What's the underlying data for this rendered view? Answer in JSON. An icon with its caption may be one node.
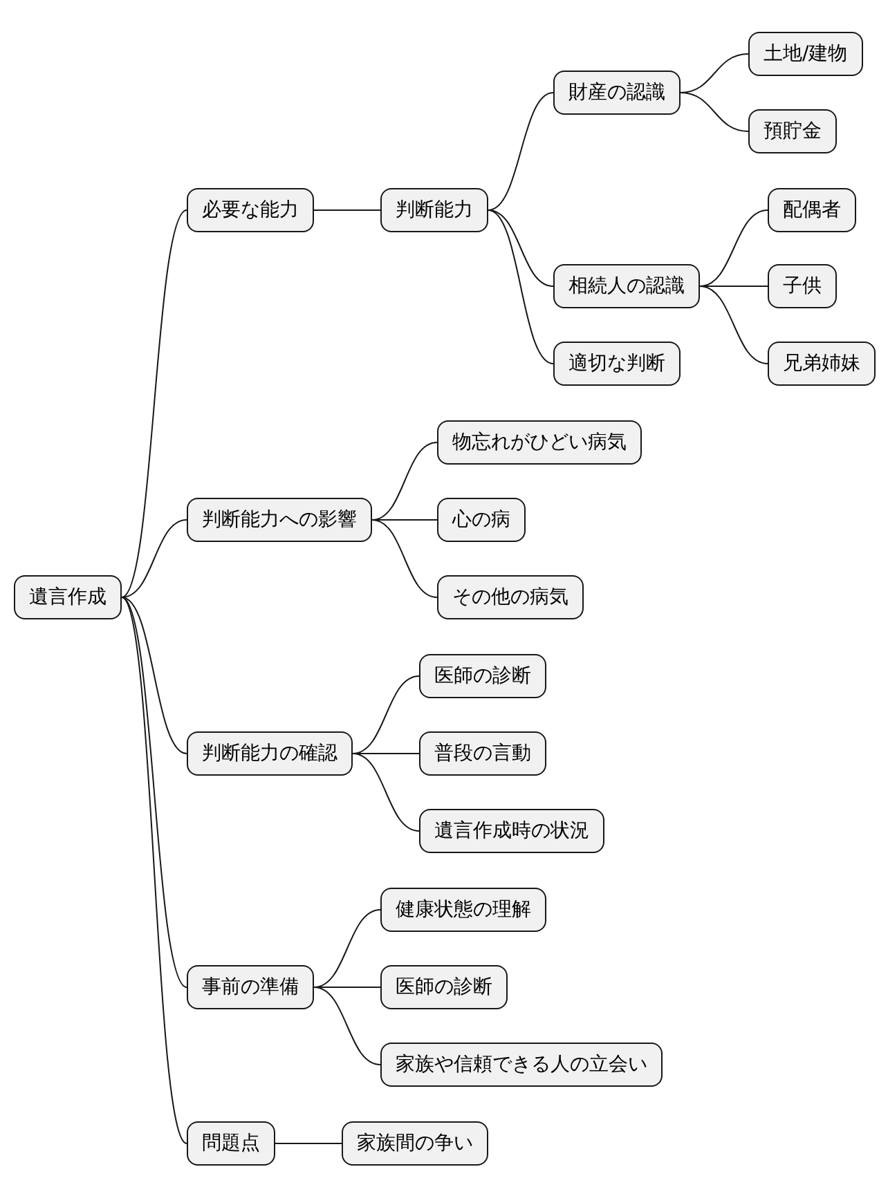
{
  "diagram": {
    "nodes": [
      {
        "text": [
          "遺言作成"
        ]
      },
      {
        "text": [
          "必要な能力"
        ]
      },
      {
        "text": [
          "判断能力"
        ]
      },
      {
        "text": [
          "財産の認識"
        ]
      },
      {
        "text": [
          "土地/建物"
        ]
      },
      {
        "text": [
          "預貯金"
        ]
      },
      {
        "text": [
          "相続人の認識"
        ]
      },
      {
        "text": [
          "配偶者"
        ]
      },
      {
        "text": [
          "子供"
        ]
      },
      {
        "text": [
          "兄弟姉妹"
        ]
      },
      {
        "text": [
          "適切な判断"
        ]
      },
      {
        "text": [
          "判断能力への影響"
        ]
      },
      {
        "text": [
          "物忘れがひどい病気"
        ]
      },
      {
        "text": [
          "心の病"
        ]
      },
      {
        "text": [
          "その他の病気"
        ]
      },
      {
        "text": [
          "判断能力の確認"
        ]
      },
      {
        "text": [
          "医師の診断"
        ]
      },
      {
        "text": [
          "普段の言動"
        ]
      },
      {
        "text": [
          "遺言作成時の状況"
        ]
      },
      {
        "text": [
          "事前の準備"
        ]
      },
      {
        "text": [
          "健康状態の理解"
        ]
      },
      {
        "text": [
          "医師の診断"
        ]
      },
      {
        "text": [
          "家族や信頼できる人の立会い"
        ]
      },
      {
        "text": [
          "問題点"
        ]
      },
      {
        "text": [
          "家族間の争い"
        ]
      }
    ],
    "edges": [
      {
        "from": 0,
        "to": 1,
        "arrow": "none"
      },
      {
        "from": 1,
        "to": 2,
        "arrow": "none"
      },
      {
        "from": 2,
        "to": 3,
        "arrow": "none"
      },
      {
        "from": 3,
        "to": 4,
        "arrow": "none"
      },
      {
        "from": 3,
        "to": 5,
        "arrow": "none"
      },
      {
        "from": 2,
        "to": 6,
        "arrow": "none"
      },
      {
        "from": 6,
        "to": 7,
        "arrow": "none"
      },
      {
        "from": 6,
        "to": 8,
        "arrow": "none"
      },
      {
        "from": 6,
        "to": 9,
        "arrow": "none"
      },
      {
        "from": 2,
        "to": 10,
        "arrow": "none"
      },
      {
        "from": 0,
        "to": 11,
        "arrow": "none"
      },
      {
        "from": 11,
        "to": 12,
        "arrow": "none"
      },
      {
        "from": 11,
        "to": 13,
        "arrow": "none"
      },
      {
        "from": 11,
        "to": 14,
        "arrow": "none"
      },
      {
        "from": 0,
        "to": 15,
        "arrow": "none"
      },
      {
        "from": 15,
        "to": 16,
        "arrow": "none"
      },
      {
        "from": 15,
        "to": 17,
        "arrow": "none"
      },
      {
        "from": 15,
        "to": 18,
        "arrow": "none"
      },
      {
        "from": 0,
        "to": 19,
        "arrow": "none"
      },
      {
        "from": 19,
        "to": 20,
        "arrow": "none"
      },
      {
        "from": 19,
        "to": 21,
        "arrow": "none"
      },
      {
        "from": 19,
        "to": 22,
        "arrow": "none"
      },
      {
        "from": 0,
        "to": 23,
        "arrow": "none"
      },
      {
        "from": 23,
        "to": 24,
        "arrow": "none"
      }
    ]
  }
}
